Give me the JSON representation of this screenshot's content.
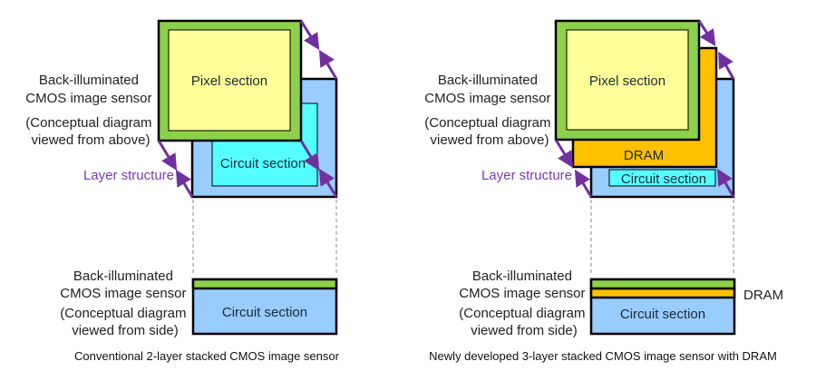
{
  "colors": {
    "pixel_frame": "#8cd14a",
    "pixel": "#ffff99",
    "circuit_base": "#99ccff",
    "circuit": "#55ffff",
    "dram": "#ffc000",
    "arrow": "#7030a0"
  },
  "left": {
    "top_label": [
      "Back-illuminated",
      "CMOS image sensor"
    ],
    "top_note": [
      "(Conceptual diagram",
      "viewed from above)"
    ],
    "pixel": "Pixel section",
    "circuit": "Circuit section",
    "layer": "Layer structure",
    "side_label": [
      "Back-illuminated",
      "CMOS image sensor"
    ],
    "side_note": [
      "(Conceptual diagram",
      "viewed from side)"
    ],
    "side_circuit": "Circuit section",
    "caption": "Conventional 2-layer stacked CMOS image sensor"
  },
  "right": {
    "top_label": [
      "Back-illuminated",
      "CMOS image sensor"
    ],
    "top_note": [
      "(Conceptual diagram",
      "viewed from above)"
    ],
    "pixel": "Pixel section",
    "dram": "DRAM",
    "circuit": "Circuit section",
    "layer": "Layer structure",
    "side_label": [
      "Back-illuminated",
      "CMOS image sensor"
    ],
    "side_note": [
      "(Conceptual diagram",
      "viewed from side)"
    ],
    "side_circuit": "Circuit section",
    "side_dram": "DRAM",
    "caption": "Newly developed 3-layer stacked CMOS image sensor with DRAM"
  }
}
